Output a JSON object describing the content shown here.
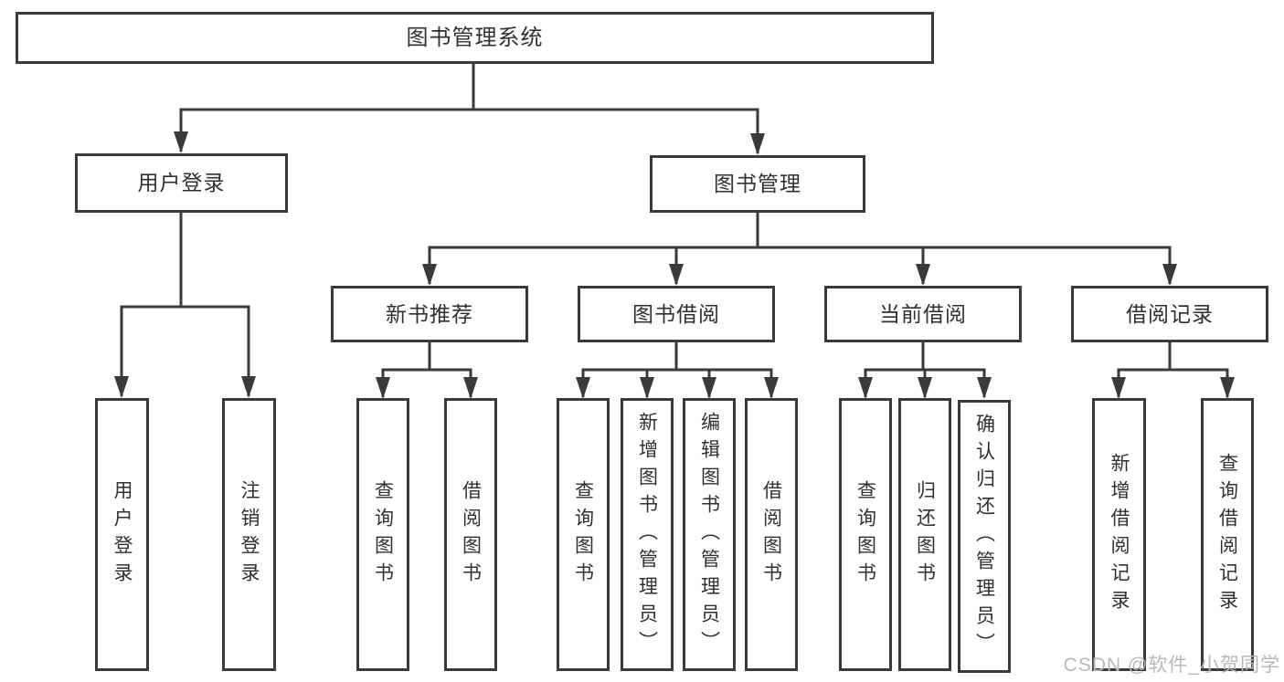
{
  "colors": {
    "line": "#3a3a3a",
    "text": "#303030",
    "box-bg": "#ffffff",
    "watermark": "#b9b9b9"
  },
  "nodes": {
    "root": "图书管理系统",
    "user_login": "用户登录",
    "book_mgmt": "图书管理",
    "new_book_rec": "新书推荐",
    "book_borrow": "图书借阅",
    "current_borrow": "当前借阅",
    "borrow_records": "借阅记录",
    "ul_user_login": "用户登录",
    "ul_logout": "注销登录",
    "nb_query_book": "查询图书",
    "nb_borrow_book": "借阅图书",
    "bb_query_book": "查询图书",
    "bb_add_book": "新增图书（管理员）",
    "bb_edit_book": "编辑图书（管理员）",
    "bb_borrow_book": "借阅图书",
    "cb_query_book": "查询图书",
    "cb_return_book": "归还图书",
    "cb_confirm_return": "确认归还（管理员）",
    "br_add_record": "新增借阅记录",
    "br_query_record": "查询借阅记录"
  },
  "watermark": "CSDN @软件_小贺同学"
}
